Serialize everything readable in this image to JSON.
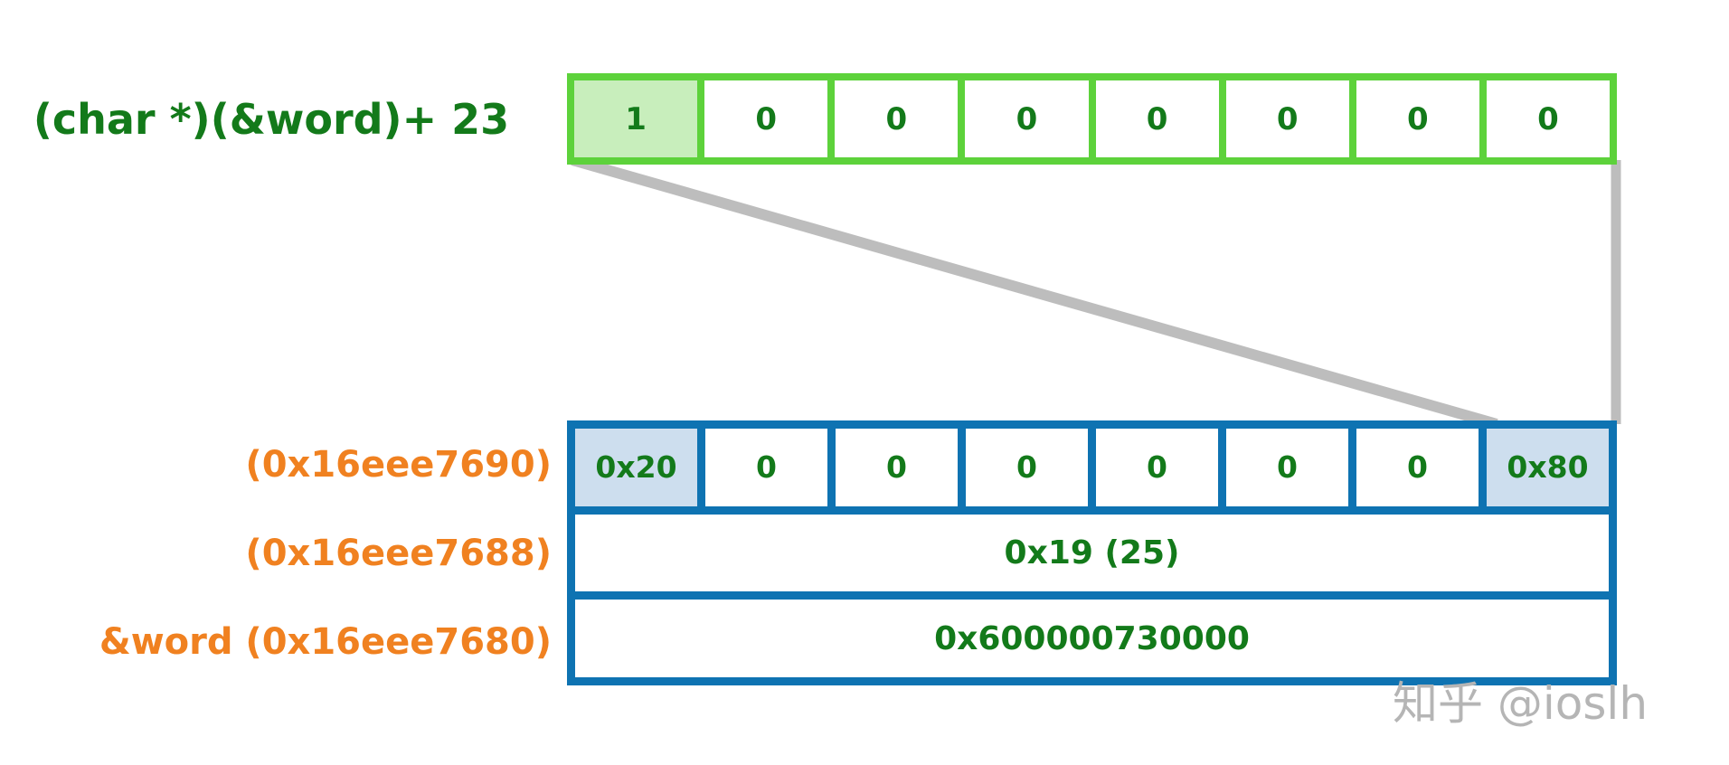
{
  "colors": {
    "green_border": "#5dd23b",
    "green_fill": "#c8eebc",
    "green_text": "#137a1a",
    "blue_border": "#0e73b2",
    "blue_fill": "#cddeee",
    "orange_text": "#f08120",
    "gray_line": "#bdbdbd",
    "watermark_gray": "#b5b5b5",
    "background": "#ffffff"
  },
  "bit_row": {
    "label": "(char *)(&word)+ 23",
    "cells": [
      {
        "value": "1",
        "highlight": true
      },
      {
        "value": "0",
        "highlight": false
      },
      {
        "value": "0",
        "highlight": false
      },
      {
        "value": "0",
        "highlight": false
      },
      {
        "value": "0",
        "highlight": false
      },
      {
        "value": "0",
        "highlight": false
      },
      {
        "value": "0",
        "highlight": false
      },
      {
        "value": "0",
        "highlight": false
      }
    ]
  },
  "byte_table": {
    "rows": [
      {
        "label": "(0x16eee7690)",
        "cells": [
          {
            "value": "0x20",
            "highlight": true
          },
          {
            "value": "0",
            "highlight": false
          },
          {
            "value": "0",
            "highlight": false
          },
          {
            "value": "0",
            "highlight": false
          },
          {
            "value": "0",
            "highlight": false
          },
          {
            "value": "0",
            "highlight": false
          },
          {
            "value": "0",
            "highlight": false
          },
          {
            "value": "0x80",
            "highlight": true
          }
        ]
      },
      {
        "label": "(0x16eee7688)",
        "cells": [
          {
            "value": "0x19 (25)",
            "highlight": false
          }
        ]
      },
      {
        "label": "&word (0x16eee7680)",
        "cells": [
          {
            "value": "0x600000730000",
            "highlight": false
          }
        ]
      }
    ]
  },
  "watermark": "知乎 @ioslh"
}
